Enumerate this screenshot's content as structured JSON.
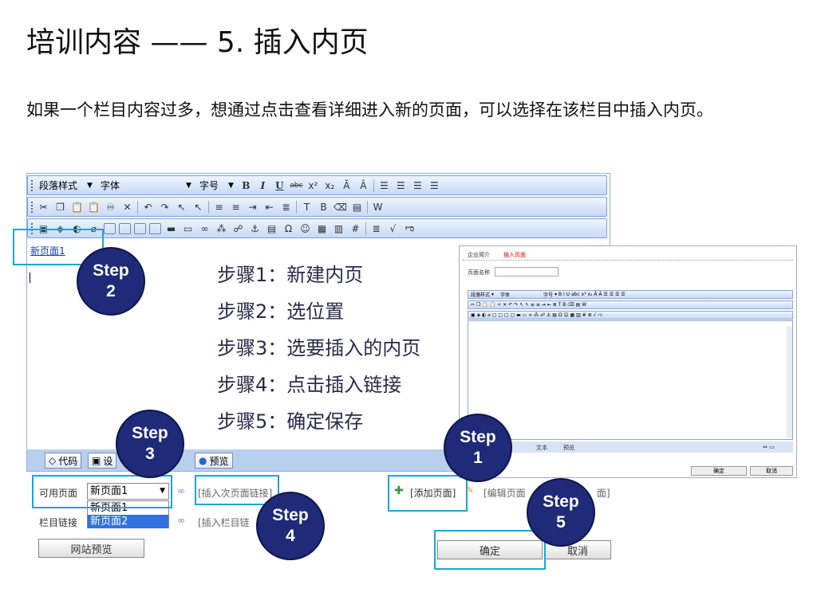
{
  "slide": {
    "title": "培训内容 —— 5. 插入内页",
    "intro": "如果一个栏目内容过多，想通过点击查看详细进入新的页面，可以选择在该栏目中插入内页。"
  },
  "editor": {
    "toolbar1": {
      "para_style": "段落样式",
      "font": "字体",
      "size": "字号",
      "bold": "B",
      "italic": "I",
      "underline": "U",
      "strike": "abc",
      "sup": "x²",
      "sub": "x₂"
    },
    "page_link": "新页面1",
    "tabs": {
      "code": "代码",
      "design": "设",
      "preview": "预览"
    }
  },
  "steps_list": [
    "步骤1：新建内页",
    "步骤2：选位置",
    "步骤3：选要插入的内页",
    "步骤4：点击插入链接",
    "步骤5：确定保存"
  ],
  "step_badges": [
    {
      "word": "Step",
      "num": "2"
    },
    {
      "word": "Step",
      "num": "3"
    },
    {
      "word": "Step",
      "num": "1"
    },
    {
      "word": "Step",
      "num": "4"
    },
    {
      "word": "Step",
      "num": "5"
    }
  ],
  "form": {
    "available_label": "可用页面",
    "dropdown_value": "新页面1",
    "dropdown_options": [
      "新页面1",
      "新页面2"
    ],
    "insert_next_link": "[插入次页面链接]",
    "column_link_label": "栏目链接",
    "insert_column_link": "[插入栏目链",
    "preview_button": "网站预览",
    "add_page": "[添加页面]",
    "edit_page": "[编辑页面",
    "delete_tail": "面]",
    "confirm": "确定",
    "cancel": "取消"
  },
  "inset": {
    "tab1": "企业简介",
    "tab2": "插入页面",
    "page_name_label": "页面名称",
    "para_style": "段落样式",
    "font": "字体",
    "size": "字号",
    "text_btn": "文本",
    "preview_btn": "预览",
    "ok": "确定",
    "cancel": "取消"
  },
  "colors": {
    "step_circle": "#1f2a78",
    "highlight": "#1aa6d8",
    "toolbar": "#c8daf6"
  }
}
